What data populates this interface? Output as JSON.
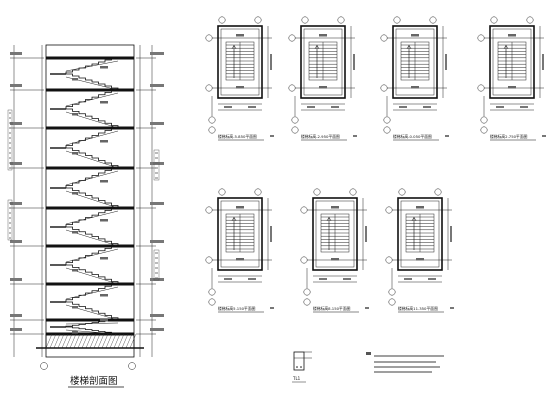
{
  "section": {
    "title": "楼梯剖面图"
  },
  "plans": [
    {
      "title": "楼梯标高-5.850平面图"
    },
    {
      "title": "楼梯标高-2.950平面图"
    },
    {
      "title": "楼梯标高-0.050平面图"
    },
    {
      "title": "楼梯标高2.750平面图"
    },
    {
      "title": "楼梯标高5.150平面图"
    },
    {
      "title": "楼梯标高8.150平面图"
    },
    {
      "title": "楼梯标高11.350平面图"
    }
  ],
  "detail": {
    "label": "TL1"
  }
}
